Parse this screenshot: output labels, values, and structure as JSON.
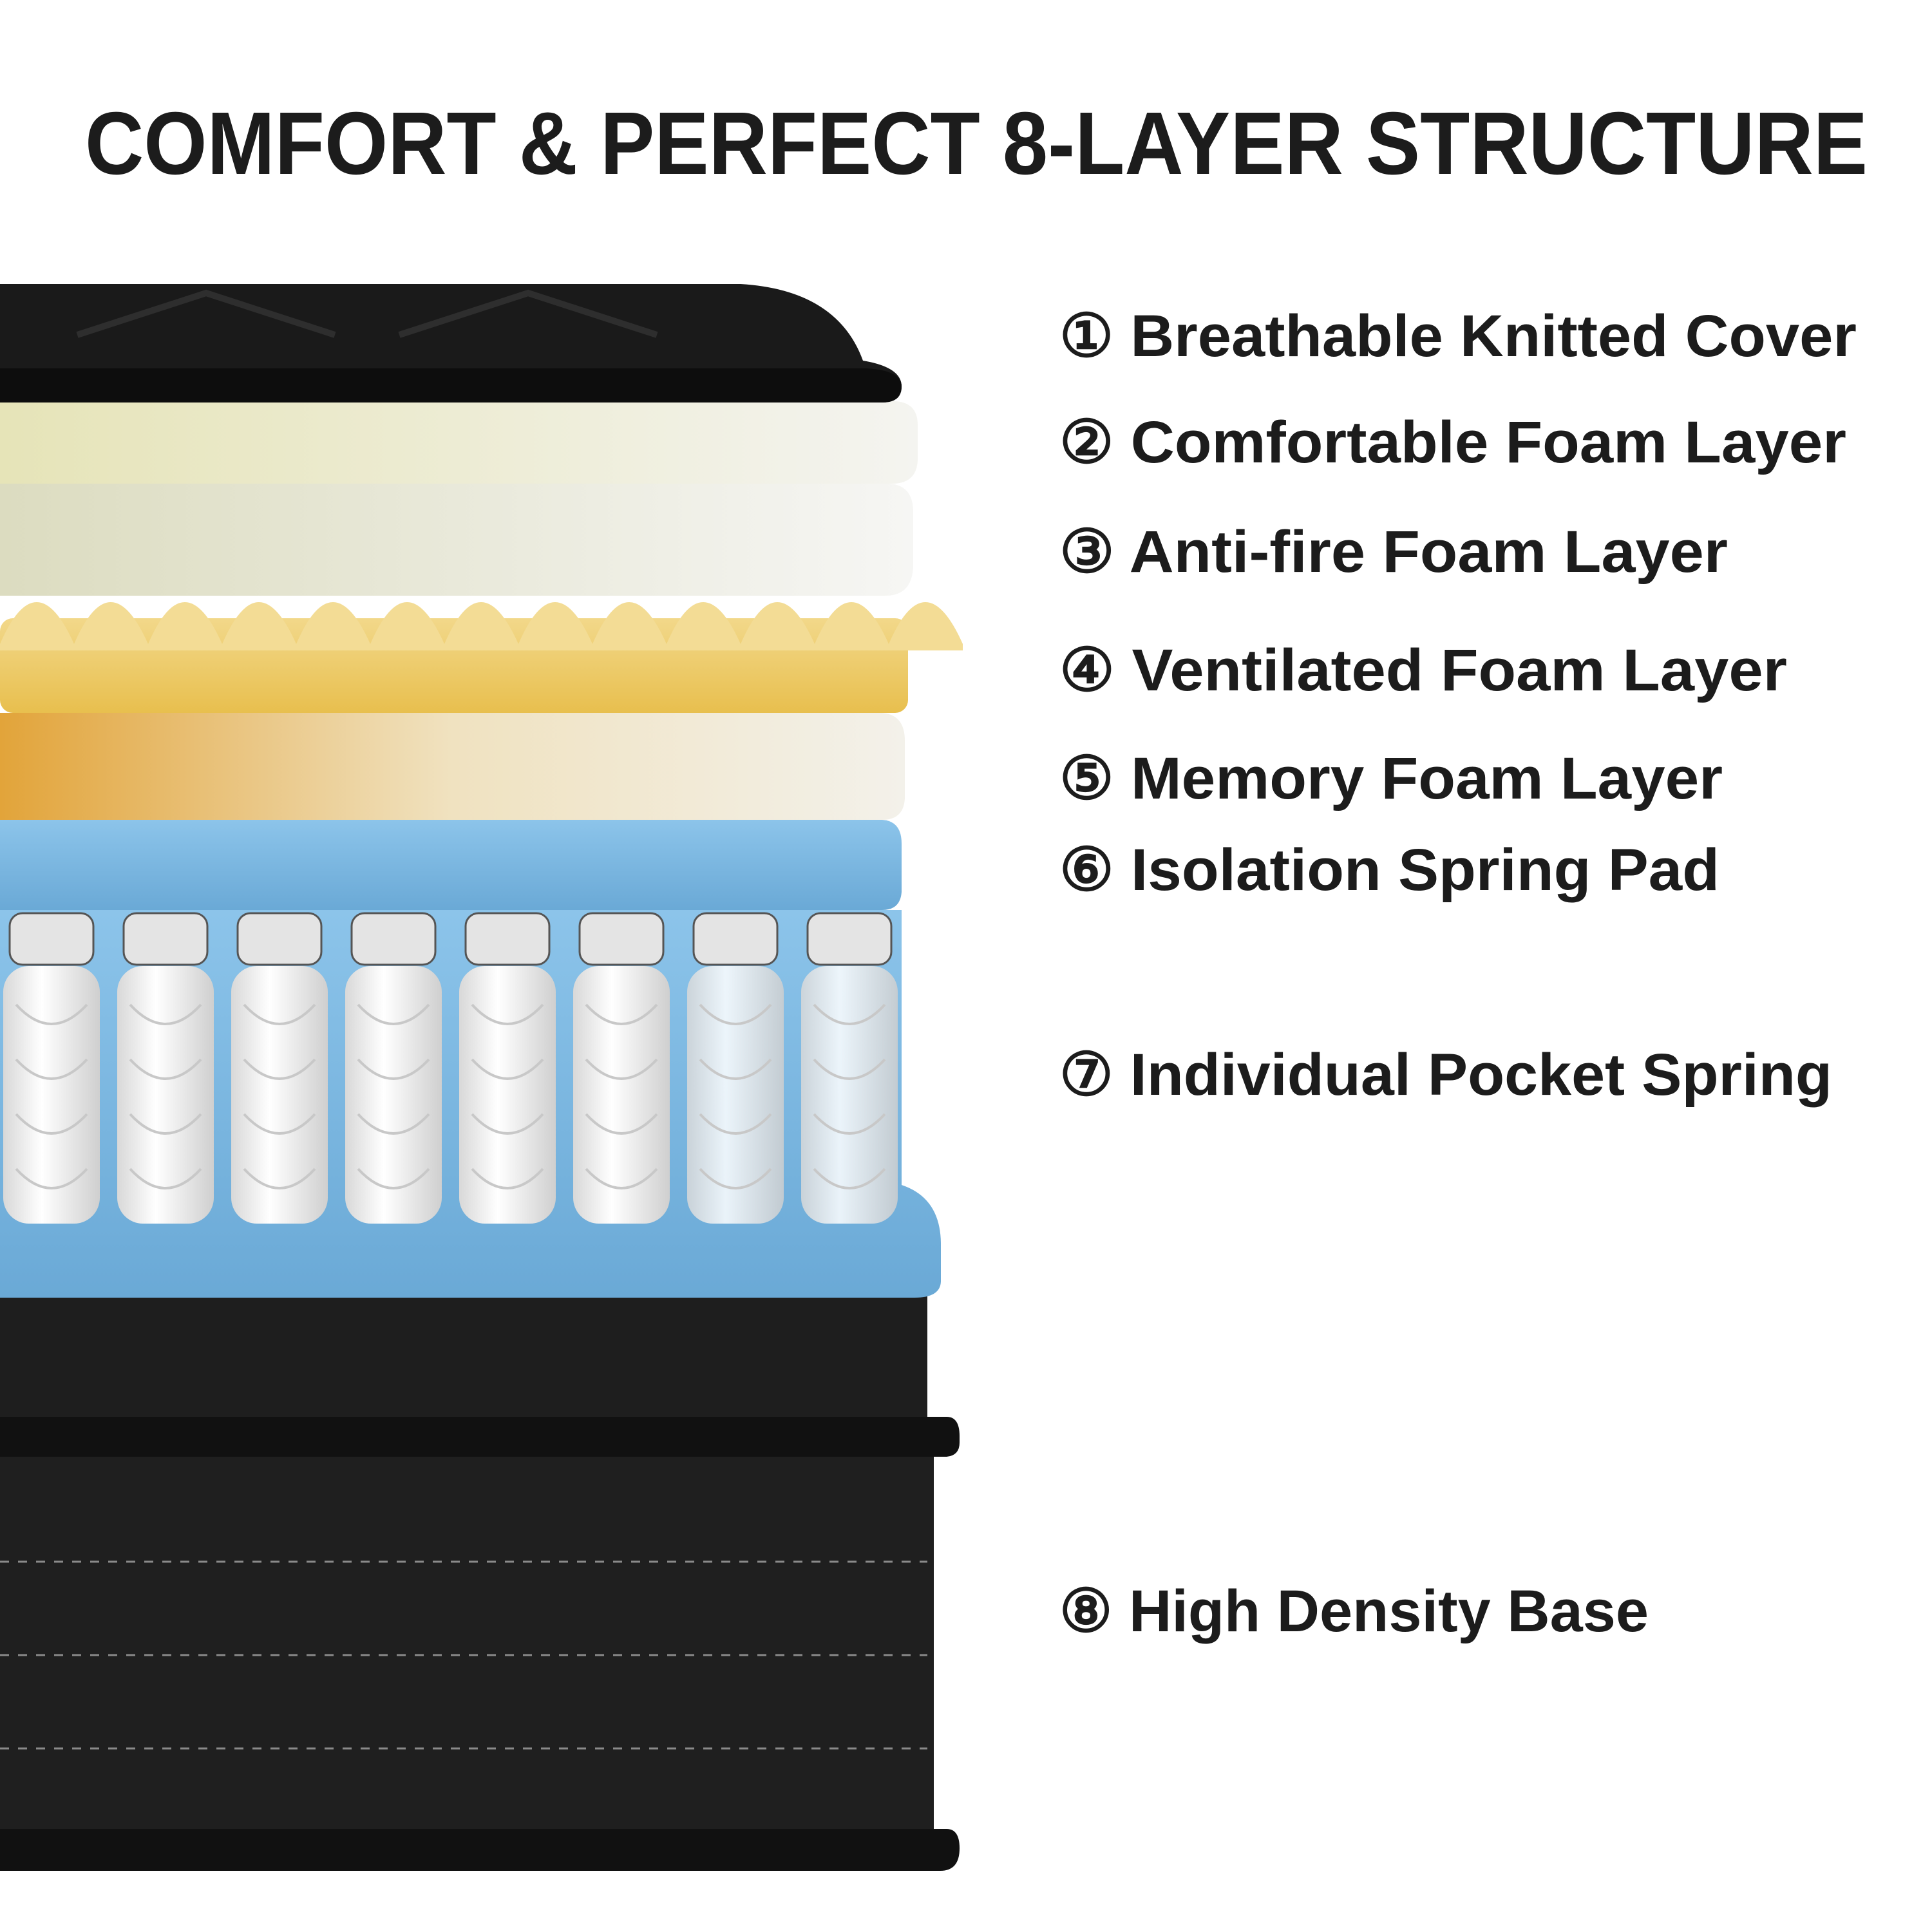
{
  "title": "COMFORT & PERFECT 8-LAYER STRUCTURE",
  "layers": [
    {
      "num": "①",
      "label": "Breathable Knitted Cover"
    },
    {
      "num": "②",
      "label": "Comfortable Foam Layer"
    },
    {
      "num": "③",
      "label": "Anti-fire Foam Layer"
    },
    {
      "num": "④",
      "label": "Ventilated Foam Layer"
    },
    {
      "num": "⑤",
      "label": "Memory Foam Layer"
    },
    {
      "num": "⑥",
      "label": "Isolation Spring Pad"
    },
    {
      "num": "⑦",
      "label": "Individual Pocket Spring"
    },
    {
      "num": "⑧",
      "label": "High Density Base"
    }
  ],
  "colors": {
    "cover": "#1a1a1a",
    "foam_cream": "#ece8d6",
    "foam_white": "#f2f2ee",
    "egg_crate": "#e9c25a",
    "memory": "#efe7d2",
    "blue_pad": "#7fb8e0",
    "base": "#1c1c1c"
  }
}
